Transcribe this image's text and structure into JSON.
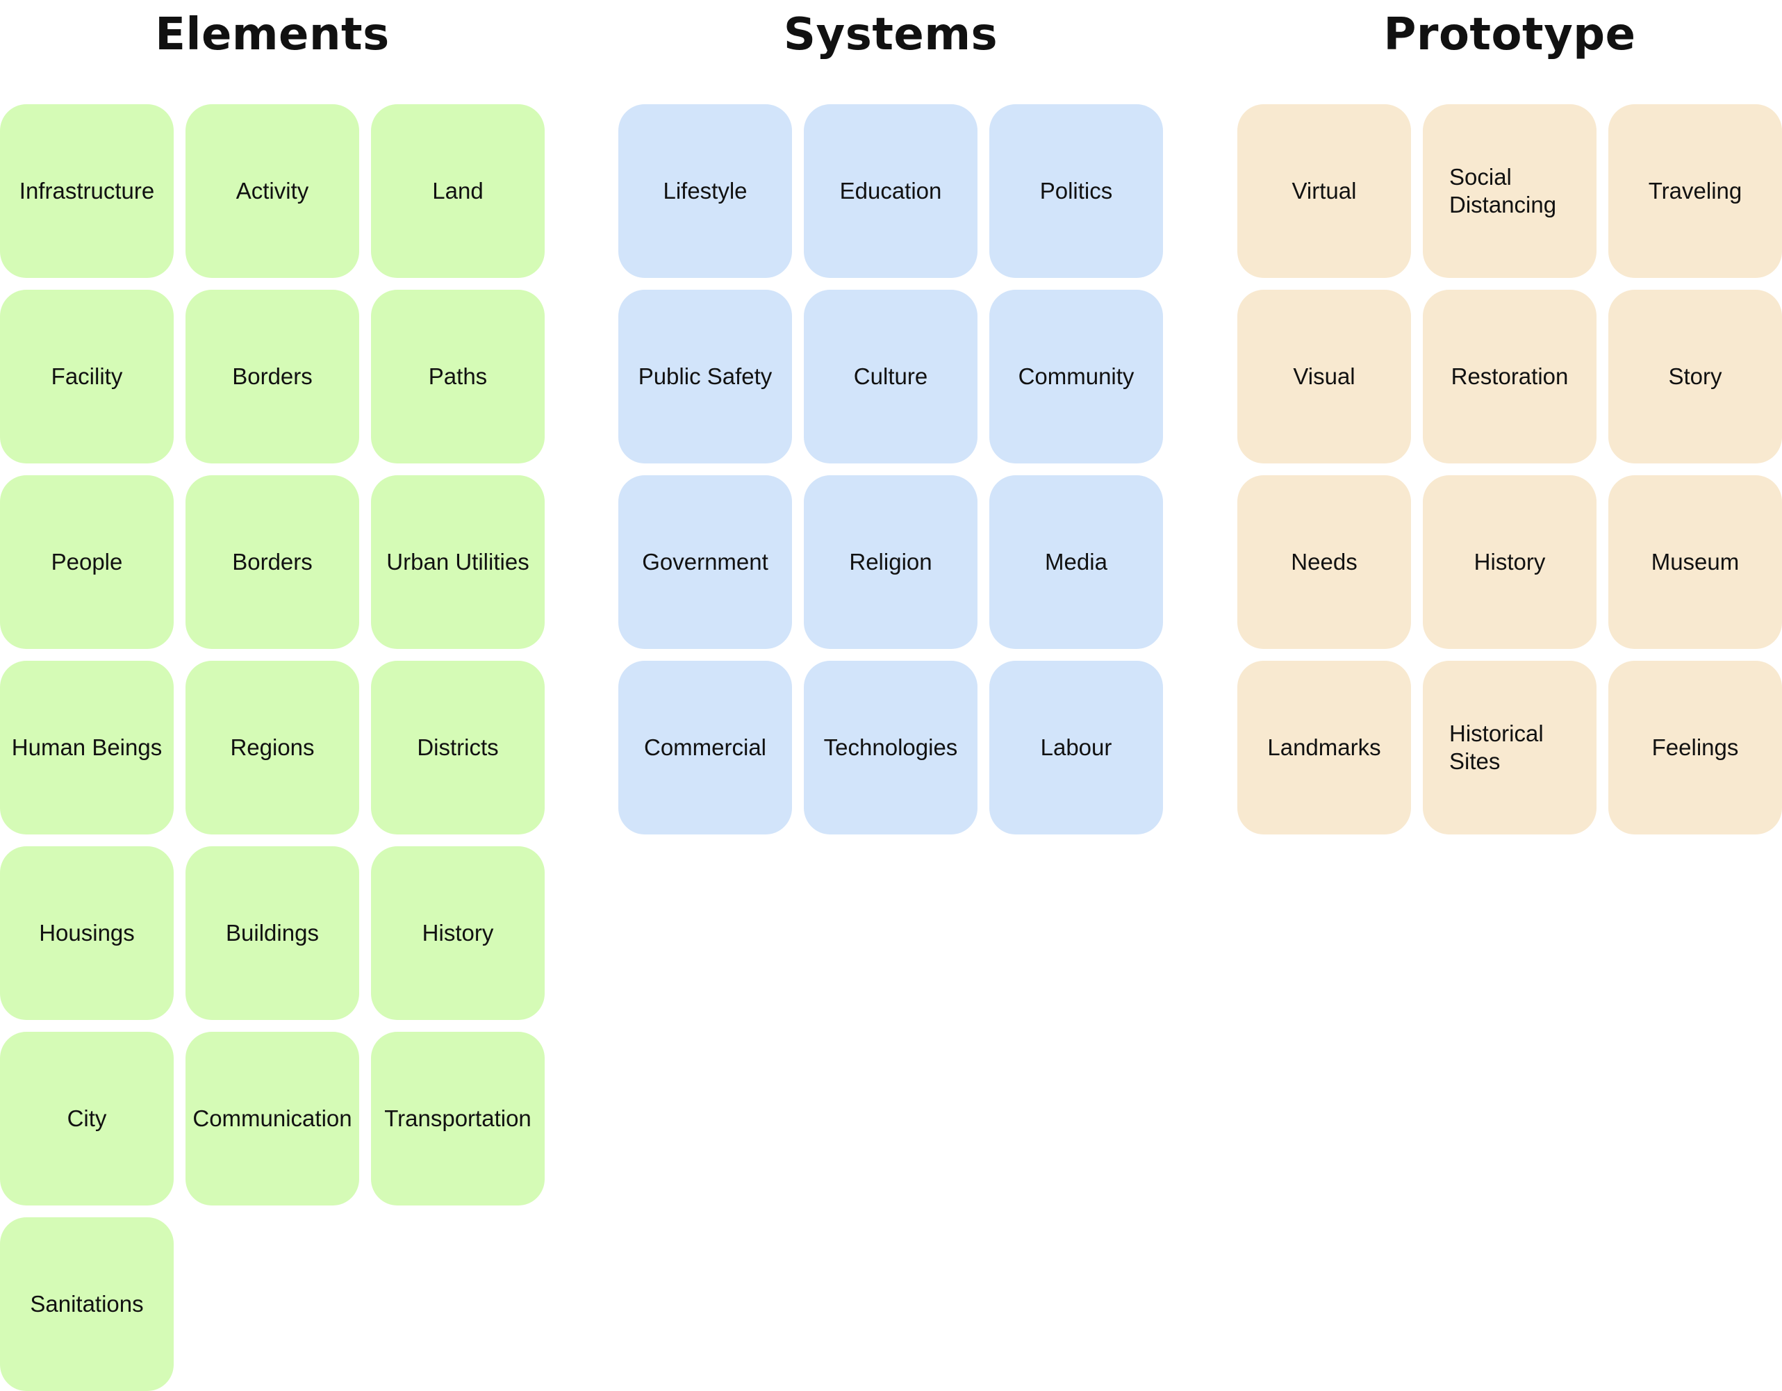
{
  "columns": [
    {
      "id": "elements",
      "title": "Elements",
      "color": "#d5fbb6",
      "notes": [
        "Infrastructure",
        "Activity",
        "Land",
        "Facility",
        "Borders",
        "Paths",
        "People",
        "Borders",
        "Urban Utilities",
        "Human Beings",
        "Regions",
        "Districts",
        "Housings",
        "Buildings",
        "History",
        "City",
        "Communication",
        "Transportation",
        "Sanitations"
      ]
    },
    {
      "id": "systems",
      "title": "Systems",
      "color": "#d2e4fa",
      "notes": [
        "Lifestyle",
        "Education",
        "Politics",
        "Public Safety",
        "Culture",
        "Community",
        "Government",
        "Religion",
        "Media",
        "Commercial",
        "Technologies",
        "Labour"
      ]
    },
    {
      "id": "prototype",
      "title": "Prototype",
      "color": "#f8e9d0",
      "notes": [
        "Virtual",
        "Social Distancing",
        "Traveling",
        "Visual",
        "Restoration",
        "Story",
        "Needs",
        "History",
        "Museum",
        "Landmarks",
        "Historical Sites",
        "Feelings"
      ]
    }
  ]
}
